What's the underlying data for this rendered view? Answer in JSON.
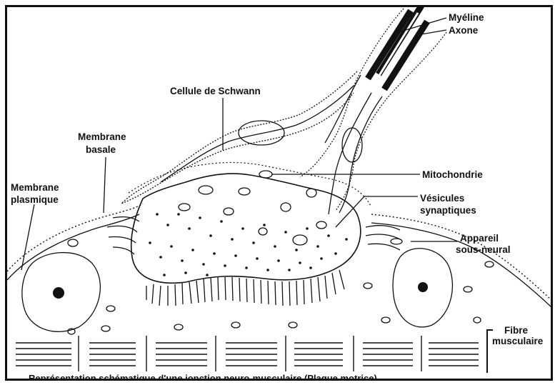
{
  "labels": {
    "myeline": "Myéline",
    "axone": "Axone",
    "schwann": "Cellule de Schwann",
    "membrane_basale_1": "Membrane",
    "membrane_basale_2": "basale",
    "mitochondrie": "Mitochondrie",
    "membrane_plasmique_1": "Membrane",
    "membrane_plasmique_2": "plasmique",
    "vesicules_1": "Vésicules",
    "vesicules_2": "synaptiques",
    "appareil_1": "Appareil",
    "appareil_2": "sous-neural",
    "fibre_1": "Fibre",
    "fibre_2": "musculaire"
  },
  "caption": "Représentation schématique d'une jonction neuro-musculaire (Plaque motrice)",
  "colors": {
    "ink": "#111111",
    "background": "#ffffff"
  }
}
